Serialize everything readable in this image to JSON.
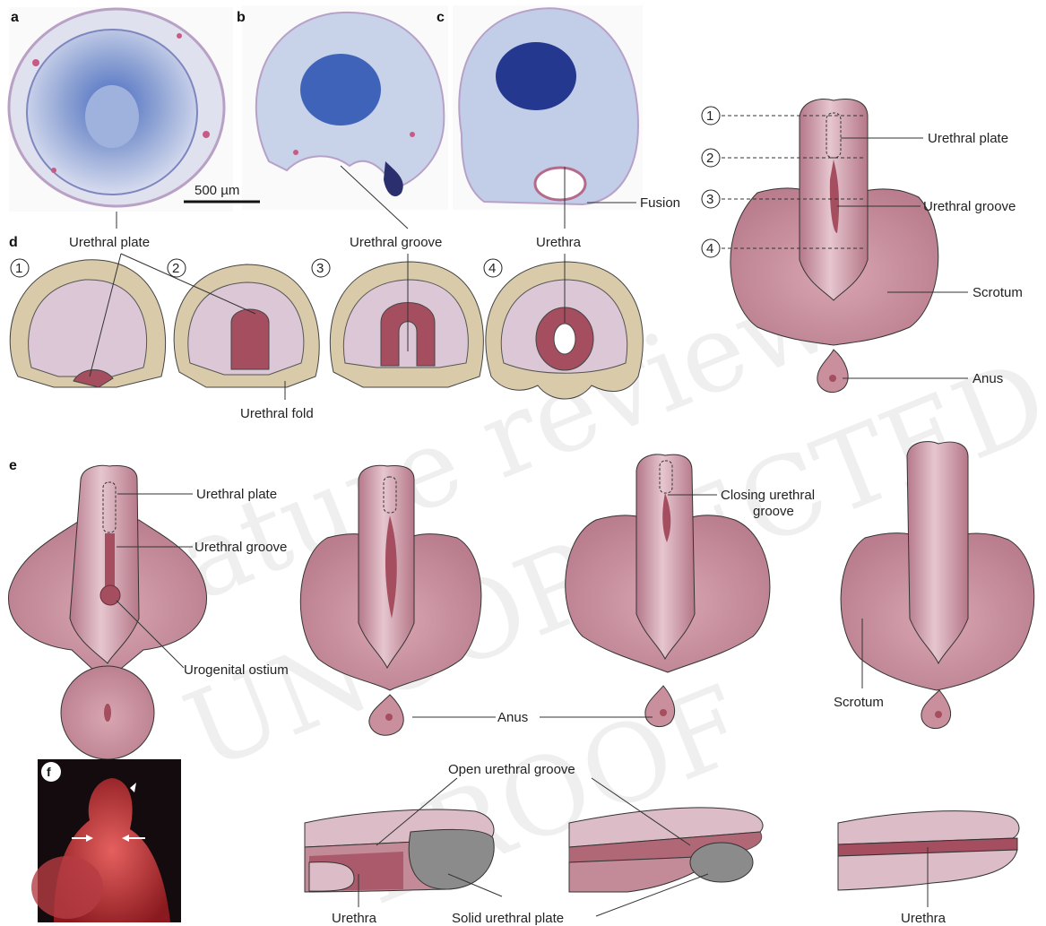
{
  "panels": {
    "a": "a",
    "b": "b",
    "c": "c",
    "d": "d",
    "e": "e",
    "f": "f"
  },
  "scale_bar": "500 µm",
  "labels": {
    "urethral_plate": "Urethral plate",
    "urethral_groove": "Urethral groove",
    "urethra": "Urethra",
    "fusion": "Fusion",
    "urethral_fold": "Urethral fold",
    "scrotum": "Scrotum",
    "anus": "Anus",
    "urogenital_ostium": "Urogenital ostium",
    "closing_groove_line1": "Closing urethral",
    "closing_groove_line2": "groove",
    "open_groove": "Open urethral groove",
    "solid_plate": "Solid urethral plate"
  },
  "sections": [
    "1",
    "2",
    "3",
    "4"
  ],
  "watermark": [
    "nature reviews",
    "UNCORRECTED",
    "PROOF"
  ],
  "colors": {
    "tissue_pink": "#c98f9c",
    "groove_red": "#a44e5f",
    "skin_tan": "#d9cbaa",
    "lilac": "#dcc7d6",
    "histo_blue": "#5a6fb5",
    "solid_grey": "#8b8b8b"
  }
}
